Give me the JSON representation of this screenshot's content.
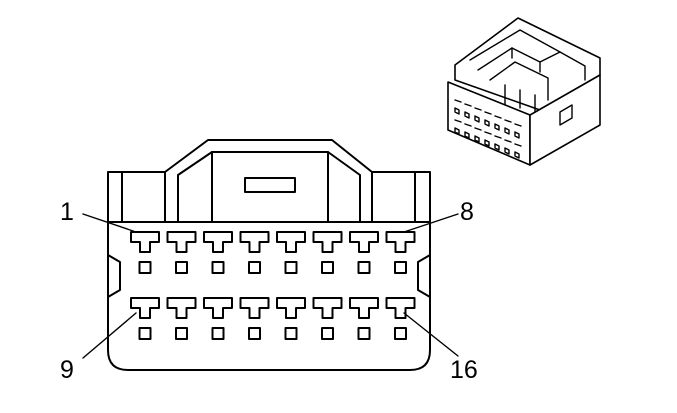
{
  "diagram": {
    "pin_labels": {
      "top_left": "1",
      "top_right": "8",
      "bottom_left": "9",
      "bottom_right": "16"
    },
    "pins_per_row": 8,
    "row_count": 2
  }
}
